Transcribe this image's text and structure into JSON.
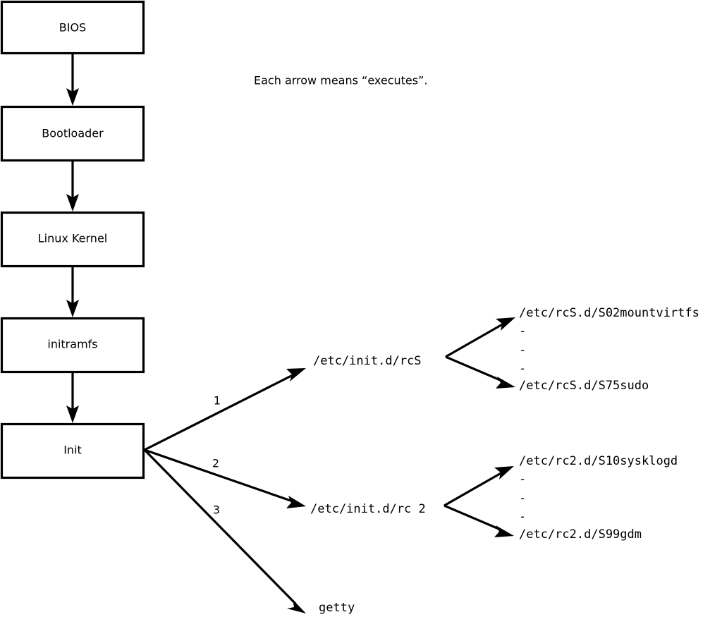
{
  "caption": {
    "text": "Each arrow means “executes”."
  },
  "boot_chain": {
    "nodes": [
      {
        "id": "bios",
        "label": "BIOS"
      },
      {
        "id": "bootloader",
        "label": "Bootloader"
      },
      {
        "id": "kernel",
        "label": "Linux Kernel"
      },
      {
        "id": "initramfs",
        "label": "initramfs"
      },
      {
        "id": "init",
        "label": "Init"
      }
    ]
  },
  "init_branches": {
    "numbers": [
      "1",
      "2",
      "3"
    ],
    "targets": [
      {
        "id": "rcS",
        "number": "1",
        "label": "/etc/init.d/rcS"
      },
      {
        "id": "rc2",
        "number": "2",
        "label": "/etc/init.d/rc 2"
      },
      {
        "id": "getty",
        "number": "3",
        "label": "getty"
      }
    ]
  },
  "rcs_scripts": {
    "first": "/etc/rcS.d/S02mountvirtfs",
    "last": "/etc/rcS.d/S75sudo",
    "ellipsis": [
      "-",
      "-",
      "-"
    ]
  },
  "rc2_scripts": {
    "first": "/etc/rc2.d/S10sysklogd",
    "last": "/etc/rc2.d/S99gdm",
    "ellipsis": [
      "-",
      "-",
      "-"
    ]
  },
  "colors": {
    "stroke": "#000000",
    "fill": "#ffffff",
    "background": "#ffffff"
  }
}
